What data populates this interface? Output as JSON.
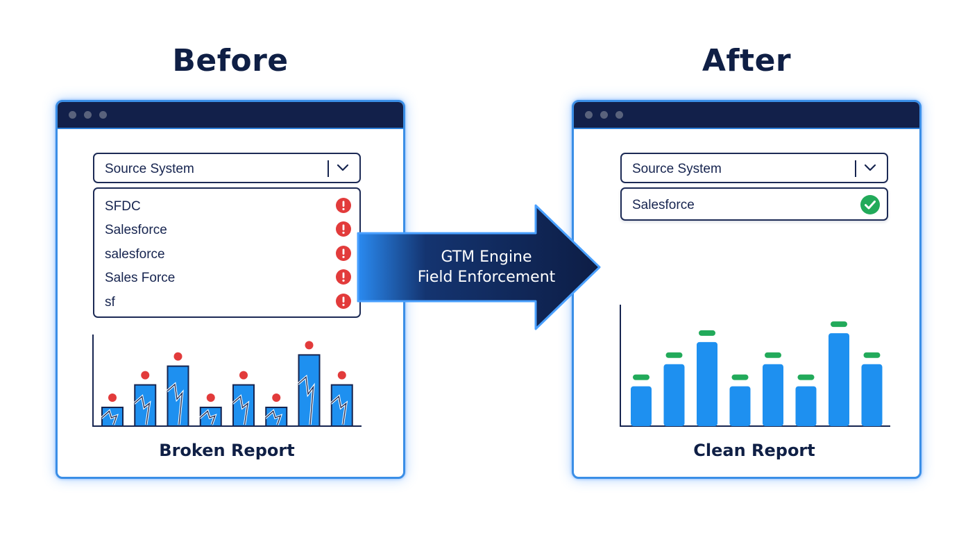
{
  "before": {
    "heading": "Before",
    "select": {
      "label": "Source System"
    },
    "options": [
      {
        "label": "SFDC",
        "status": "error"
      },
      {
        "label": "Salesforce",
        "status": "error"
      },
      {
        "label": "salesforce",
        "status": "error"
      },
      {
        "label": "Sales Force",
        "status": "error"
      },
      {
        "label": "sf",
        "status": "error"
      }
    ],
    "report_label": "Broken Report"
  },
  "arrow": {
    "line1": "GTM Engine",
    "line2": "Field Enforcement"
  },
  "after": {
    "heading": "After",
    "select": {
      "label": "Source System"
    },
    "selected_option": {
      "label": "Salesforce",
      "status": "ok"
    },
    "report_label": "Clean Report"
  },
  "chart_data": [
    {
      "type": "bar",
      "state": "broken",
      "values": [
        2.5,
        5.5,
        8,
        2.5,
        5.5,
        2.5,
        9.5,
        5.5
      ],
      "ylim": [
        0,
        10
      ],
      "marker_color": "#e23b3b",
      "bar_color": "#1e90f0"
    },
    {
      "type": "bar",
      "state": "clean",
      "values": [
        4.5,
        7,
        9.5,
        4.5,
        7,
        4.5,
        10.5,
        7
      ],
      "ylim": [
        0,
        12
      ],
      "marker_color": "#22aa5a",
      "bar_color": "#1e90f0"
    }
  ],
  "colors": {
    "navy": "#12204a",
    "accent_blue": "#3a8ee6",
    "error_red": "#e23b3b",
    "ok_green": "#22aa5a"
  }
}
